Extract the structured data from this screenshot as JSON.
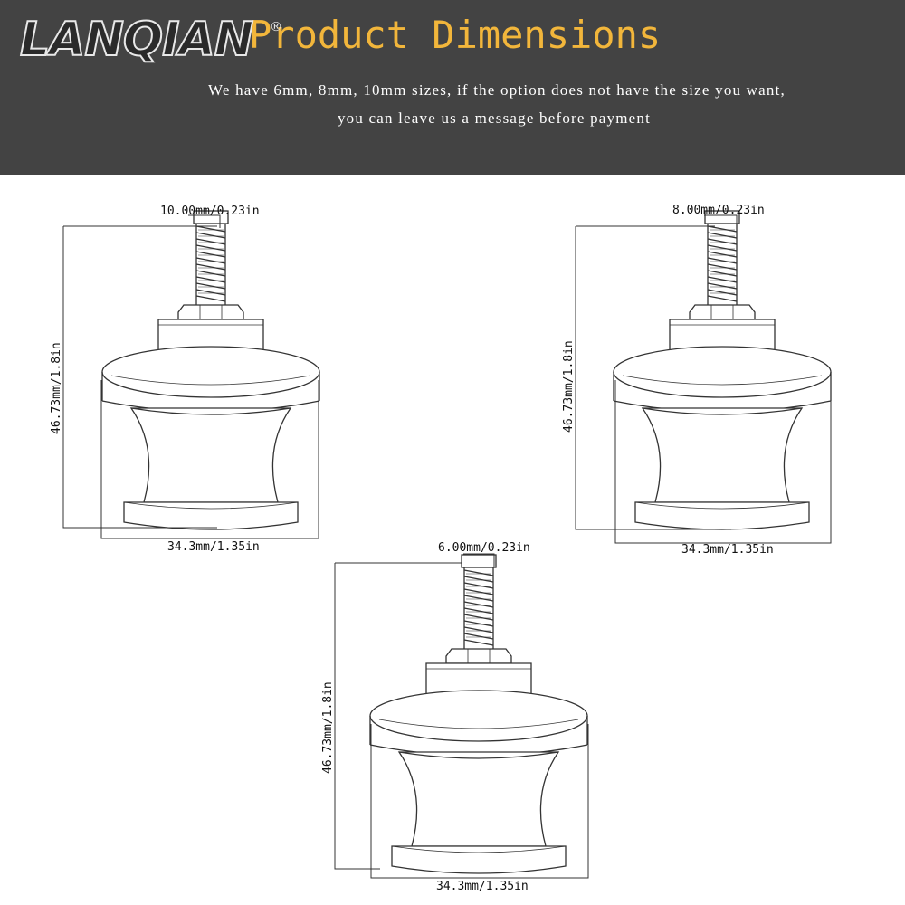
{
  "header": {
    "logo_text": "LANQIAN",
    "logo_mark": "®",
    "title": "Product Dimensions",
    "subtitle_line1": "We have 6mm, 8mm, 10mm sizes, if the option does not have the size you want,",
    "subtitle_line2": "you can leave us a message before payment"
  },
  "colors": {
    "header_bg": "#434343",
    "title": "#f2b63b",
    "subtitle": "#ffffff",
    "drawing_line": "#333333"
  },
  "diagrams": [
    {
      "size": "10mm",
      "thread_label": "10.00mm/0.23in",
      "height_label": "46.73mm/1.8in",
      "width_label": "34.3mm/1.35in"
    },
    {
      "size": "8mm",
      "thread_label": "8.00mm/0.23in",
      "height_label": "46.73mm/1.8in",
      "width_label": "34.3mm/1.35in"
    },
    {
      "size": "6mm",
      "thread_label": "6.00mm/0.23in",
      "height_label": "46.73mm/1.8in",
      "width_label": "34.3mm/1.35in"
    }
  ]
}
